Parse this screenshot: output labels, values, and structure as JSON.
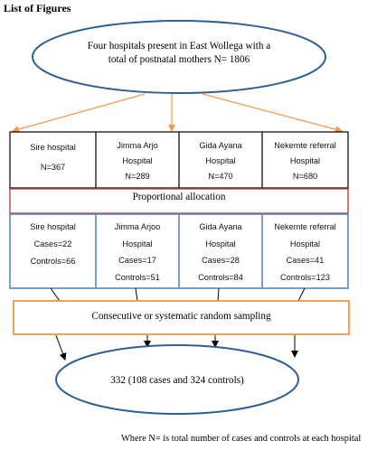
{
  "heading": "List of Figures",
  "population": {
    "line1": "Four hospitals present in East Wollega with a",
    "line2": "total of postnatal mothers N= 1806"
  },
  "hospitals": [
    {
      "lines": [
        "Sire hospital",
        "N=367"
      ]
    },
    {
      "lines": [
        "Jimma Arjo",
        "Hospital",
        "N=289"
      ]
    },
    {
      "lines": [
        "Gida Ayana",
        "Hospital",
        "N=470"
      ]
    },
    {
      "lines": [
        "Nekemte referral",
        "Hospital",
        "N=680"
      ]
    }
  ],
  "allocation_label": "Proportional allocation",
  "samples": [
    {
      "lines": [
        "Sire hospital",
        "Cases=22",
        "Controls=66"
      ]
    },
    {
      "lines": [
        "Jimma Arjoo",
        "Hospital",
        "Cases=17",
        "Controls=51"
      ]
    },
    {
      "lines": [
        "Gida Ayana",
        "Hospital",
        "Cases=28",
        "Controls=84"
      ]
    },
    {
      "lines": [
        "Nekemte referral",
        "Hospital",
        "Cases=41",
        "Controls=123"
      ]
    }
  ],
  "sampling_label": "Consecutive or systematic random sampling",
  "final_sample": "332 (108 cases and 324 controls)",
  "footnote": "Where N= is total number of cases and controls at each hospital",
  "colors": {
    "ellipse_stroke": "#2e5f94",
    "allocation_stroke": "#c0504d",
    "sample_box_stroke": "#4f81bd",
    "sampling_stroke": "#f79646",
    "top_arrows": "#f79646"
  }
}
